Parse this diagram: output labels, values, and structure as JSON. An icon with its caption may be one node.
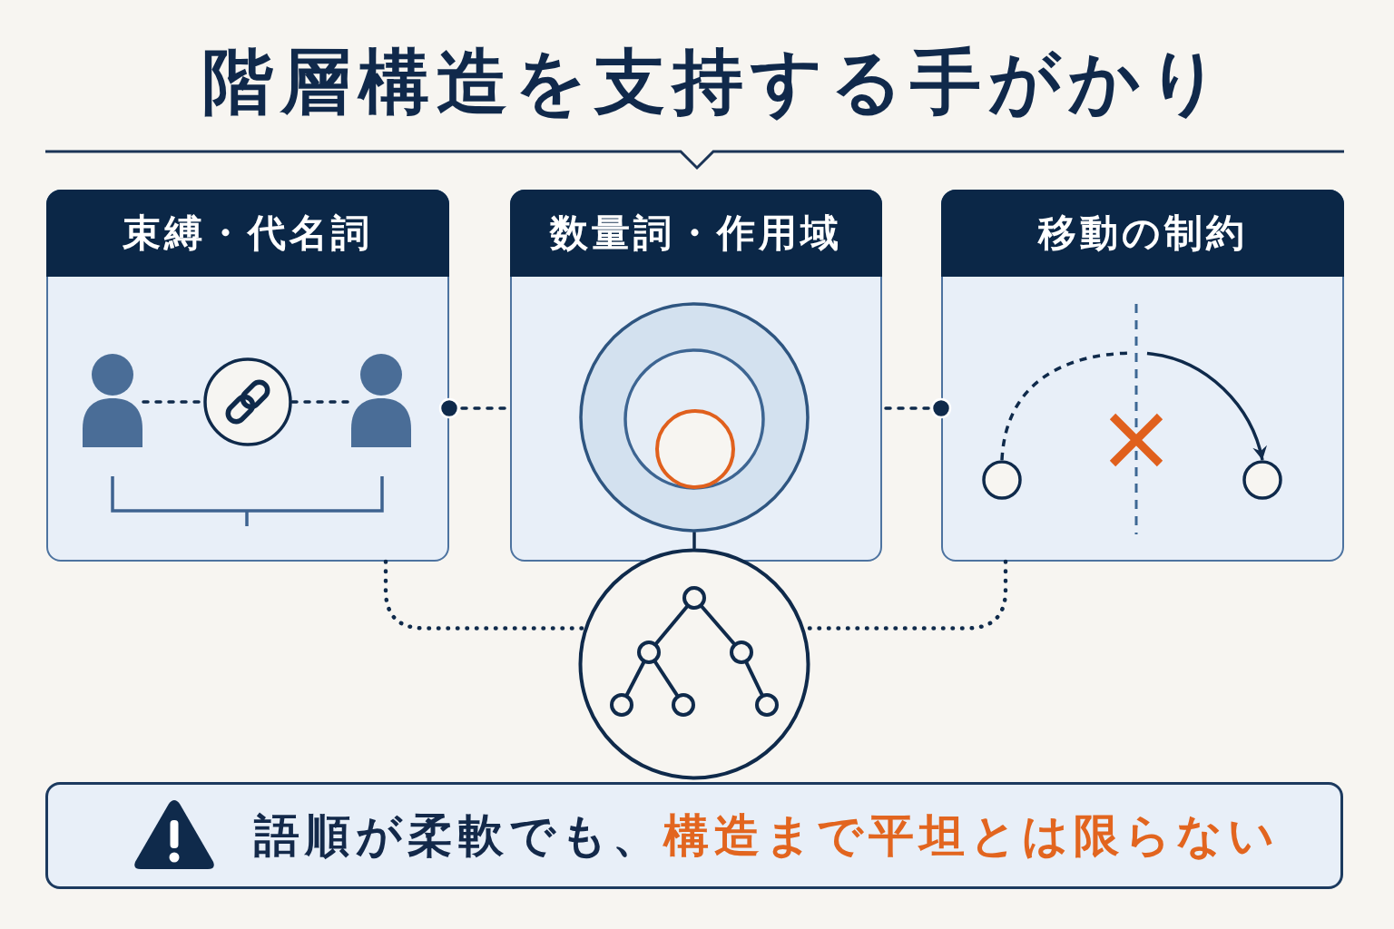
{
  "diagram": {
    "title": "階層構造を支持する手がかり",
    "nodes": [
      {
        "text": [
          "束縛・代名詞"
        ]
      },
      {
        "text": [
          "数量詞・作用域"
        ]
      },
      {
        "text": [
          "移動の制約"
        ]
      },
      {
        "text": [],
        "shape": "person",
        "in": 0
      },
      {
        "text": [],
        "shape": "circle",
        "in": 0
      },
      {
        "text": [],
        "shape": "person",
        "in": 0
      },
      {
        "text": [],
        "shape": "circle",
        "in": 1
      },
      {
        "text": [],
        "shape": "circle",
        "in": 2
      },
      {
        "text": [],
        "shape": "circle",
        "in": 2
      },
      {
        "text": [],
        "shape": "circle"
      },
      {
        "text": [
          "語順が柔軟でも、**構造まで平坦とは限らない**"
        ]
      }
    ],
    "edges": [
      {
        "from": 3,
        "to": 4,
        "arrow": "none",
        "style": "dashed"
      },
      {
        "from": 4,
        "to": 5,
        "arrow": "none",
        "style": "dashed"
      },
      {
        "from": 0,
        "to": 1,
        "arrow": "other",
        "style": "dashed"
      },
      {
        "from": 2,
        "to": 1,
        "arrow": "other",
        "style": "dashed"
      },
      {
        "from": 6,
        "to": 9,
        "arrow": "none"
      },
      {
        "from": 0,
        "to": 9,
        "arrow": "none",
        "style": "dashed"
      },
      {
        "from": 2,
        "to": 9,
        "arrow": "none",
        "style": "dashed"
      },
      {
        "from": 7,
        "to": 8,
        "arrow": "to",
        "style": "dashed"
      }
    ]
  }
}
